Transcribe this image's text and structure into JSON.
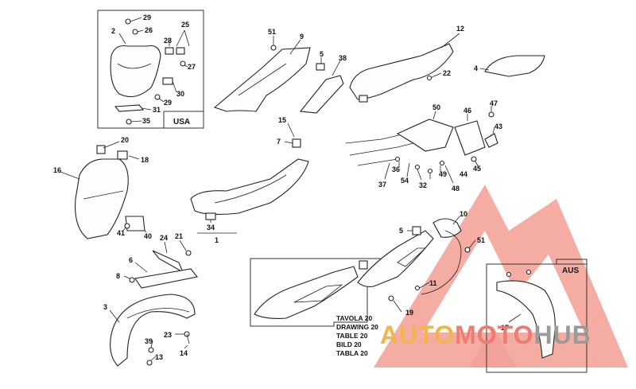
{
  "callouts": {
    "c29a": "29",
    "c26": "26",
    "c25": "25",
    "c2": "2",
    "c28": "28",
    "c27": "27",
    "c30": "30",
    "c29b": "29",
    "c31": "31",
    "c35": "35",
    "c51a": "51",
    "c9": "9",
    "c5a": "5",
    "c38": "38",
    "c12": "12",
    "c22": "22",
    "c4": "4",
    "c50": "50",
    "c46": "46",
    "c47": "47",
    "c43": "43",
    "c45": "45",
    "c36": "36",
    "c54": "54",
    "c37": "37",
    "c32": "32",
    "c49": "49",
    "c44": "44",
    "c48": "48",
    "c15": "15",
    "c7": "7",
    "c20": "20",
    "c18": "18",
    "c16": "16",
    "c34": "34",
    "c1": "1",
    "c41": "41",
    "c40": "40",
    "c24": "24",
    "c21": "21",
    "c6": "6",
    "c8": "8",
    "c3": "3",
    "c39": "39",
    "c23": "23",
    "c13": "13",
    "c14": "14",
    "c10": "10",
    "c5b": "5",
    "c51b": "51",
    "c11": "11",
    "c19": "19",
    "c17": "17"
  },
  "labels": {
    "usa": "USA",
    "aus": "AUS"
  },
  "table_ref": {
    "line1": "TAVOLA 20",
    "line2": "DRAWING 20",
    "line3": "TABLE 20",
    "line4": "BILD 20",
    "line5": "TABLA 20"
  },
  "watermark": {
    "part1": "AUTO",
    "part2": "MOTO",
    "part3": "HUB",
    "color_auto": "#f2b54e",
    "color_moto": "#ef7c70",
    "color_hub": "#9a9a9a"
  }
}
